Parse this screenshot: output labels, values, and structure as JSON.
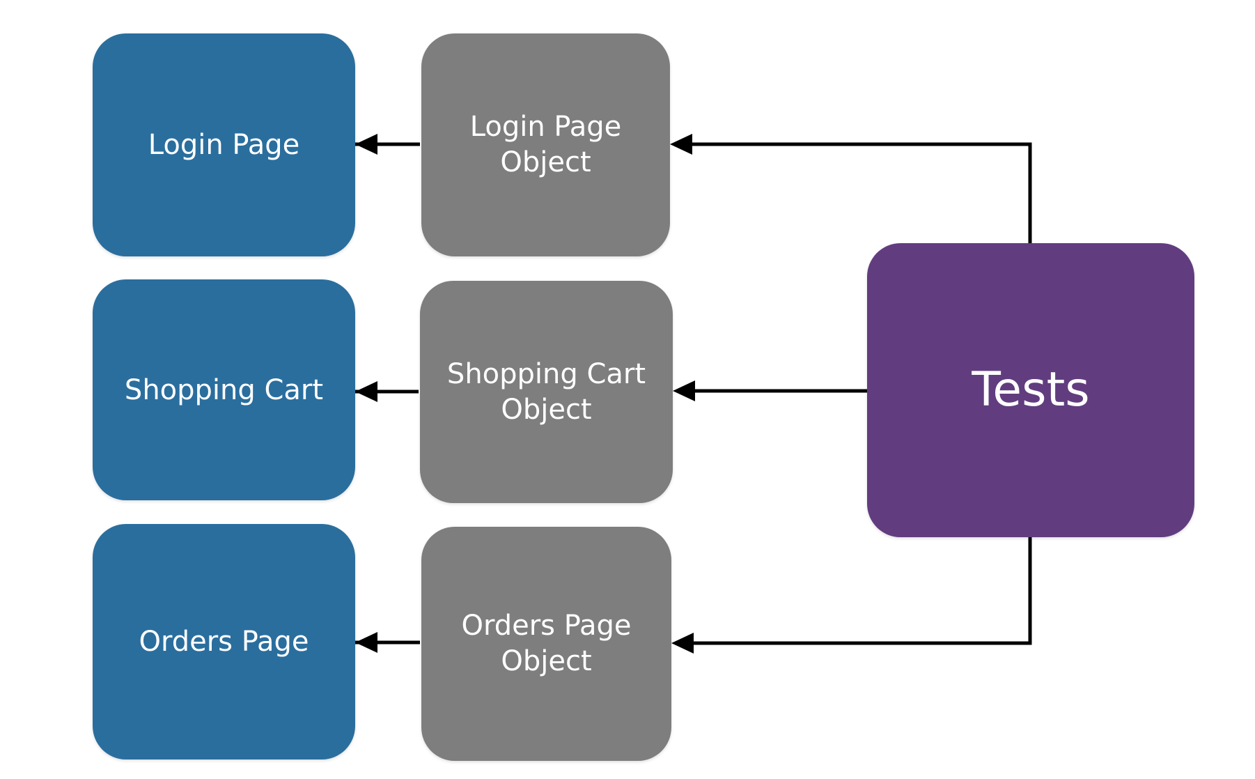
{
  "colors": {
    "page_box": "#2a6e9e",
    "object_box": "#7e7e7e",
    "tests_box": "#613d7f",
    "arrow": "#000000"
  },
  "pages": {
    "login": "Login Page",
    "cart": "Shopping Cart",
    "orders": "Orders Page"
  },
  "objects": {
    "login": "Login Page\nObject",
    "cart": "Shopping Cart\nObject",
    "orders": "Orders Page\nObject"
  },
  "tests": "Tests"
}
